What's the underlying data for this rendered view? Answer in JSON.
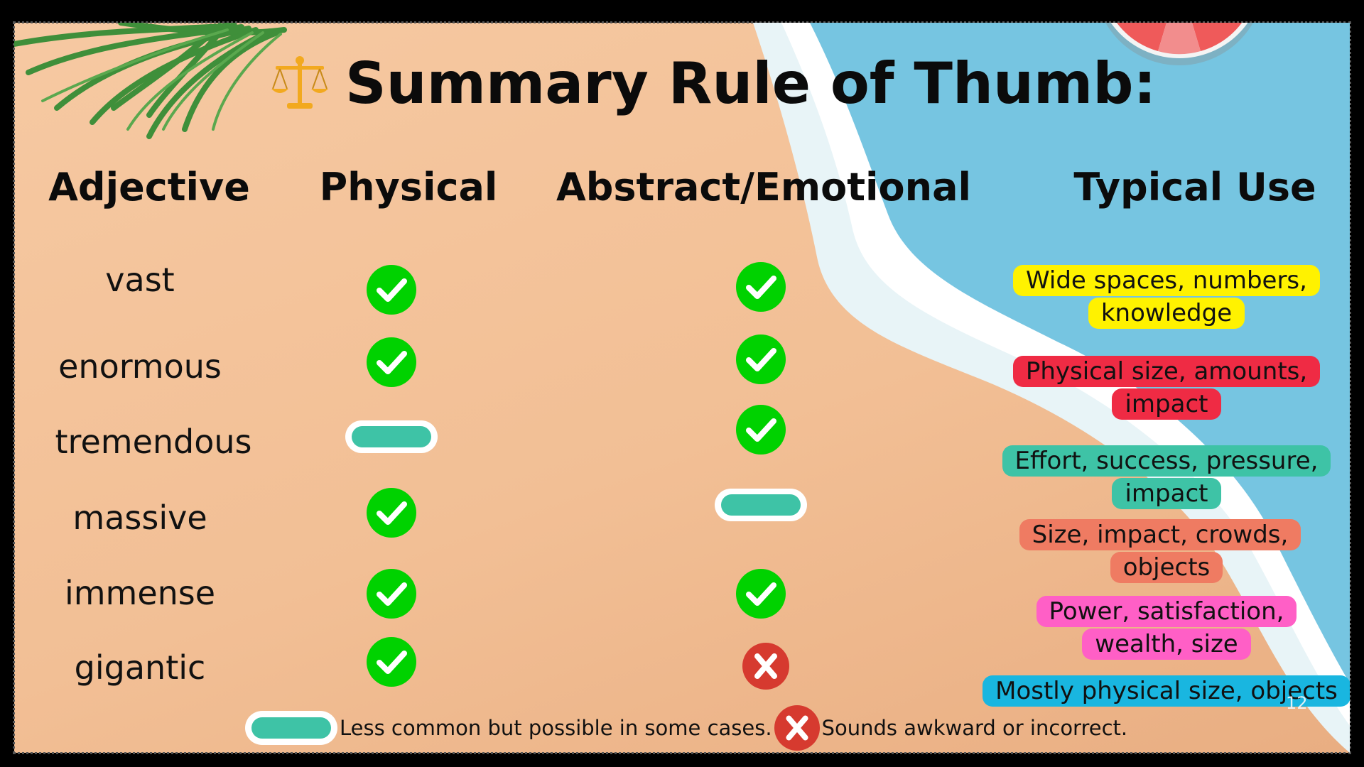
{
  "title": "Summary Rule of Thumb:",
  "headers": {
    "adjective": "Adjective",
    "physical": "Physical",
    "abstract": "Abstract/Emotional",
    "typical_use": "Typical Use"
  },
  "rows": [
    {
      "adjective": "vast",
      "physical": "check",
      "abstract": "check",
      "use": "Wide spaces, numbers, knowledge",
      "use_color": "#fff200"
    },
    {
      "adjective": "enormous",
      "physical": "check",
      "abstract": "check",
      "use": "Physical size, amounts, impact",
      "use_color": "#ef2b44"
    },
    {
      "adjective": "tremendous",
      "physical": "dash",
      "abstract": "check",
      "use": "Effort, success, pressure, impact",
      "use_color": "#3ec3a6"
    },
    {
      "adjective": "massive",
      "physical": "check",
      "abstract": "dash",
      "use": "Size, impact, crowds, objects",
      "use_color": "#ef7b62"
    },
    {
      "adjective": "immense",
      "physical": "check",
      "abstract": "check",
      "use": "Power, satisfaction, wealth, size",
      "use_color": "#ff5fc6"
    },
    {
      "adjective": "gigantic",
      "physical": "check",
      "abstract": "cross",
      "use": "Mostly physical size, objects",
      "use_color": "#19b6e0"
    }
  ],
  "legend": {
    "dash_text": "Less common but possible in some cases.",
    "cross_text": "Sounds awkward or incorrect."
  },
  "page_number": "12",
  "colors": {
    "check": "#00d200",
    "cross": "#d63a2f",
    "dash": "#3ec3a6",
    "sea": "#76c5e1"
  },
  "icons": {
    "title_icon": "balance-scale-icon",
    "check": "check-circle-icon",
    "cross": "x-circle-icon",
    "dash": "dash-pill-icon"
  }
}
